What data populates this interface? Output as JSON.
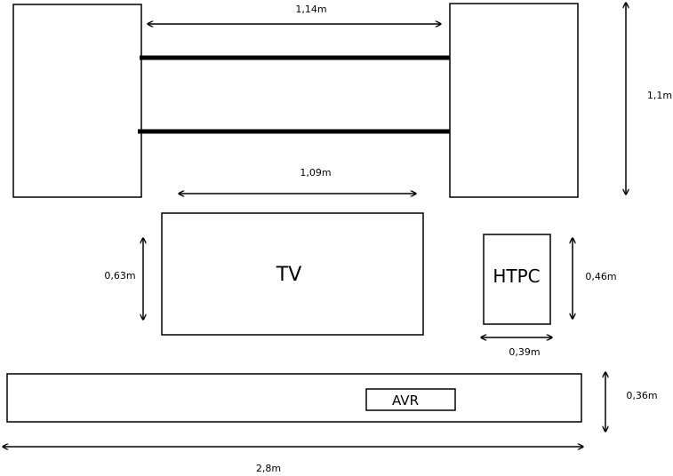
{
  "labels": {
    "tv": "TV",
    "htpc": "HTPC",
    "avr": "AVR"
  },
  "dimensions": {
    "top_span": "1,14m",
    "speaker_height": "1,1m",
    "tv_width": "1,09m",
    "tv_height": "0,63m",
    "htpc_height": "0,46m",
    "htpc_width": "0,39m",
    "cabinet_height": "0,36m",
    "cabinet_width": "2,8m"
  }
}
